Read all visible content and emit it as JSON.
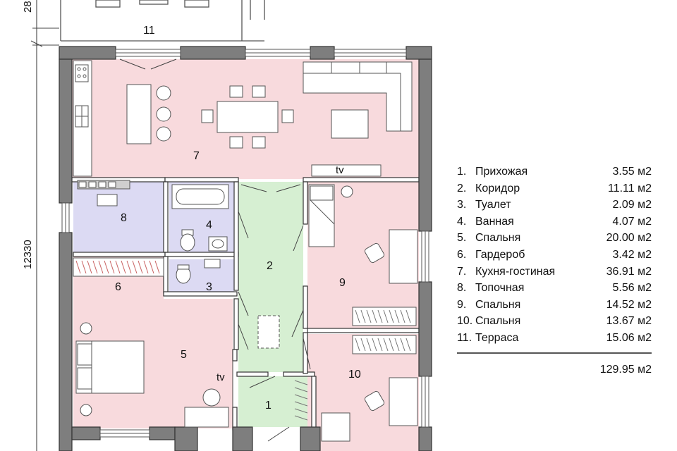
{
  "plan": {
    "rooms": [
      {
        "num": "1",
        "name": "Прихожая",
        "area": "3.55 м2"
      },
      {
        "num": "2",
        "name": "Коридор",
        "area": "11.11 м2"
      },
      {
        "num": "3",
        "name": "Туалет",
        "area": "2.09 м2"
      },
      {
        "num": "4",
        "name": "Ванная",
        "area": "4.07 м2"
      },
      {
        "num": "5",
        "name": "Спальня",
        "area": "20.00 м2"
      },
      {
        "num": "6",
        "name": "Гардероб",
        "area": "3.42 м2"
      },
      {
        "num": "7",
        "name": "Кухня-гостиная",
        "area": "36.91 м2"
      },
      {
        "num": "8",
        "name": "Топочная",
        "area": "5.56 м2"
      },
      {
        "num": "9",
        "name": "Спальня",
        "area": "14.52 м2"
      },
      {
        "num": "10",
        "name": "Спальня",
        "area": "13.67 м2"
      },
      {
        "num": "11",
        "name": "Терраса",
        "area": "15.06 м2"
      }
    ],
    "total_area": "129.95 м2",
    "dimension_vertical": "12330",
    "dimension_top": "28",
    "tv_label": "tv",
    "colors": {
      "living": "#f8dadd",
      "corridor": "#d6efd2",
      "bath": "#dcdaf3",
      "wall": "#7e7e7e"
    }
  }
}
